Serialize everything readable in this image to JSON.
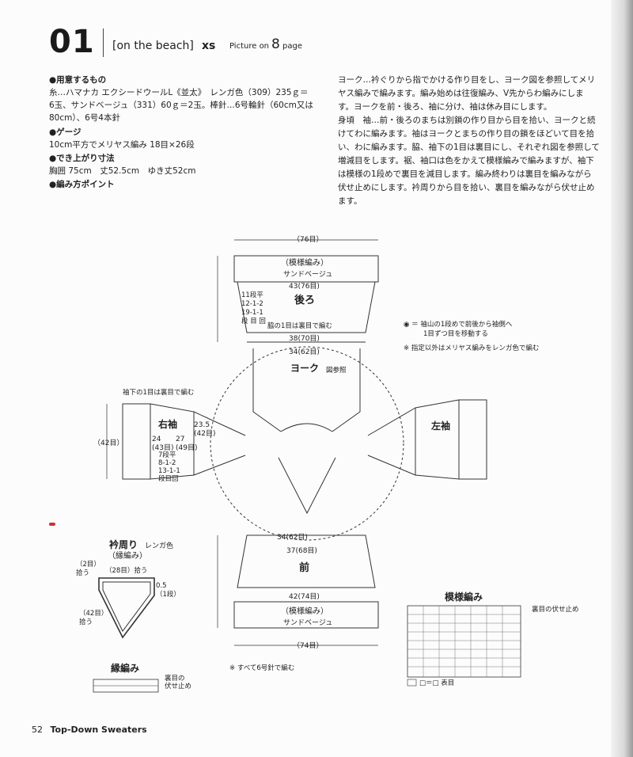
{
  "header": {
    "number": "01",
    "title": "[on the beach]",
    "size": "xs",
    "picture_label": "Picture on",
    "page_num": "8",
    "page_label": "page"
  },
  "left_col": {
    "materials_heading": "●用意するもの",
    "materials_line1": "糸…ハマナカ エクシードウールL《並太》　レンガ色（309）235ｇ＝",
    "materials_line2": "6玉、サンドベージュ（331）60ｇ＝2玉。棒針…6号輪針（60cm又は",
    "materials_line3": "80cm）、6号4本針",
    "gauge_heading": "●ゲージ",
    "gauge_line": "10cm平方でメリヤス編み 18目×26段",
    "size_heading": "●でき上がり寸法",
    "size_line": "胸囲 75cm　丈52.5cm　ゆき丈52cm",
    "points_heading": "●編み方ポイント"
  },
  "right_col": {
    "lines": [
      "ヨーク…衿ぐりから指でかける作り目をし、ヨーク図を参照してメリ",
      "ヤス編みで編みます。編み始めは往復編み、V先からわ編みにしま",
      "す。ヨークを前・後ろ、袖に分け、袖は休み目にします。",
      "身頃　袖…前・後ろのまちは別鎖の作り目から目を拾い、ヨークと続",
      "けてわに編みます。袖はヨークとまちの作り目の鎖をほどいて目を拾",
      "い、わに編みます。脇、袖下の1目は裏目にし、それぞれ図を参照して",
      "増減目をします。裾、袖口は色をかえて模様編みで編みますが、袖下",
      "は模様の1段めで裏目を減目します。編み終わりは裏目を編みながら",
      "伏せ止めにします。衿周りから目を拾い、裏目を編みながら伏せ止め",
      "ます。"
    ]
  },
  "diagram": {
    "back": "後ろ",
    "front": "前",
    "yoke": "ヨーク",
    "yoke_ref": "図参照",
    "right_sleeve": "右袖",
    "left_sleeve": "左袖",
    "pattern": "（模様編み）",
    "sand": "サンドベージュ",
    "top76": "（76目）",
    "back43": "43(76目)",
    "back38": "38(70目)",
    "back34": "34(62目)",
    "side_purl": "脇の1目は裏目で編む",
    "front34": "34(62目)",
    "front37": "37(68目)",
    "front42": "42(74目)",
    "bottom74": "（74目）",
    "rows_table": "11段平\n12-1-2\n19-1-1\n段 目 回",
    "under_sleeve": "袖下の1目は裏目で編む",
    "n42": "（42目）",
    "sl23": "23.5\n(42目)",
    "sl24": "24\n(43目)",
    "sl27": "27\n(49目)",
    "sleeve_rows": "7段平\n8-1-2\n13-1-1\n段目回",
    "legend1": "◉ ＝ 袖山の1段めで前後から袖側へ",
    "legend2": "1目ずつ目を移動する",
    "legend3": "※ 指定以外はメリヤス編みをレンガ色で編む",
    "needle_note": "※ すべて6号針で編む",
    "collar_title": "衿周り",
    "collar_color": "レンガ色",
    "collar_sub": "（縁編み）",
    "collar28": "（28目）拾う",
    "collar2": "（2目）\n拾う",
    "collar42": "（42目）\n拾う",
    "collar05": "0.5\n（1段）",
    "edge_title": "縁編み",
    "edge_note": "裏目の\n伏せ止め",
    "pat_title": "模様編み",
    "pat_note": "裏目の伏せ止め",
    "pat_legend": "□＝□ 表目"
  },
  "footer": {
    "page": "52",
    "label": "Top-Down Sweaters"
  }
}
